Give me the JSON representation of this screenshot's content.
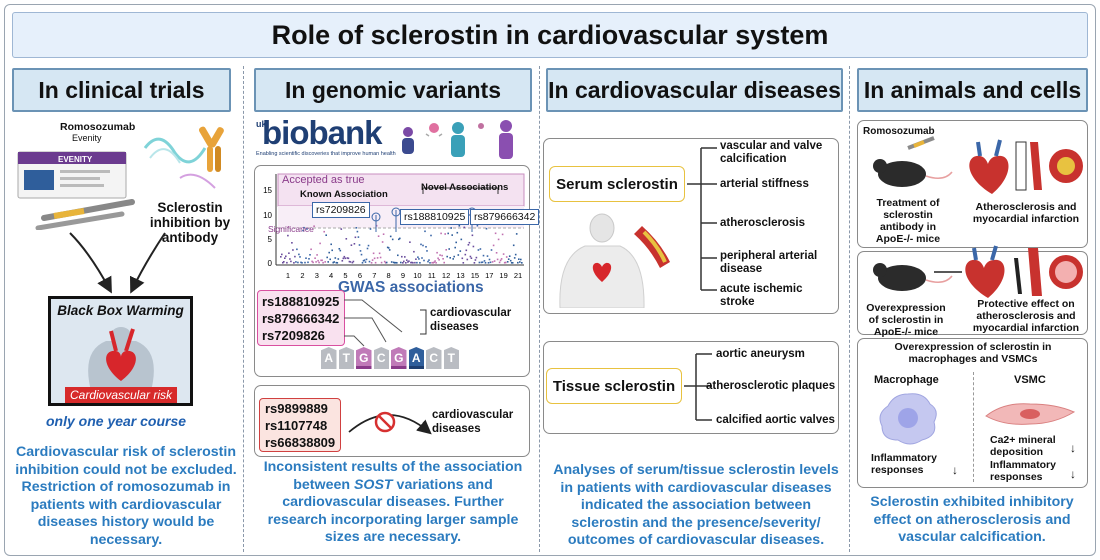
{
  "title": "Role of sclerostin in cardiovascular system",
  "col1": {
    "header": "In clinical trials",
    "drug_name": "Romosozumab",
    "drug_brand": "Evenity",
    "box_brand": "EVENITY",
    "antibody_label": "Sclerostin inhibition by antibody",
    "warning_title": "Black Box Warming",
    "warning_caption": "Cardiovascular risk",
    "course_note": "only one year course",
    "conclusion": "Cardiovascular risk of sclerostin inhibition could not be excluded. Restriction of romosozumab in patients with cardiovascular diseases history would be necessary."
  },
  "col2": {
    "header": "In genomic variants",
    "biobank_uk": "uk",
    "biobank_logo": "biobank",
    "biobank_tagline": "Enabling scientific discoveries that improve human health",
    "manhattan": {
      "accepted_label": "Accepted as true",
      "known_label": "Known Association",
      "novel_label": "Novel Associations",
      "significance_label": "Significance",
      "known_snp": "rs7209826",
      "novel_snp_1": "rs188810925",
      "novel_snp_2": "rs879666342",
      "y_ticks": [
        "15",
        "10",
        "5",
        "0"
      ],
      "x_ticks": [
        "1",
        "2",
        "3",
        "4",
        "5",
        "6",
        "7",
        "8",
        "9",
        "10",
        "11",
        "12",
        "13",
        "15",
        "17",
        "19",
        "21"
      ]
    },
    "gwas_title": "GWAS associations",
    "gwas_snps": [
      "rs188810925",
      "rs879666342",
      "rs7209826"
    ],
    "gwas_outcome": "cardiovascular diseases",
    "dna_letters": [
      "A",
      "T",
      "G",
      "C",
      "G",
      "A",
      "C",
      "T"
    ],
    "null_snps": [
      "rs9899889",
      "rs1107748",
      "rs66838809"
    ],
    "null_outcome": "cardiovascular diseases",
    "conclusion_pre": "Inconsistent results of the association between ",
    "conclusion_gene": "SOST",
    "conclusion_post": " variations and cardiovascular diseases. Further research incorporating larger sample sizes are necessary."
  },
  "col3": {
    "header": "In cardiovascular diseases",
    "serum_label": "Serum sclerostin",
    "serum_outcomes": [
      "vascular and valve calcification",
      "arterial stiffness",
      "atherosclerosis",
      "peripheral arterial disease",
      "acute ischemic stroke"
    ],
    "tissue_label": "Tissue sclerostin",
    "tissue_outcomes": [
      "aortic aneurysm",
      "atherosclerotic plaques",
      "calcified aortic valves"
    ],
    "conclusion": "Analyses of serum/tissue sclerostin levels in patients with cardiovascular diseases indicated the association between sclerostin and the presence/severity/ outcomes of cardiovascular diseases."
  },
  "col4": {
    "header": "In animals and cells",
    "panel1_drug": "Romosozumab",
    "panel1_left": "Treatment of sclerostin antibody in ApoE-/- mice",
    "panel1_right": "Atherosclerosis and myocardial infarction",
    "panel2_left": "Overexpression of sclerostin in ApoE-/- mice",
    "panel2_right": "Protective effect on atherosclerosis and myocardial infarction",
    "panel3_title": "Overexpression of sclerostin in macrophages and VSMCs",
    "macrophage_label": "Macrophage",
    "macrophage_effect": "Inflammatory responses",
    "vsmc_label": "VSMC",
    "vsmc_effect_1": "Ca2+ mineral deposition",
    "vsmc_effect_2": "Inflammatory responses",
    "down_arrow": "↓",
    "conclusion": "Sclerostin exhibited inhibitory effect on atherosclerosis and vascular calcification."
  },
  "colors": {
    "header_fill": "#d6e7f3",
    "header_border": "#6b93b5",
    "conclusion_text": "#2b7bbf",
    "pink": "#d94fa0",
    "serum_border": "#e8c240"
  }
}
